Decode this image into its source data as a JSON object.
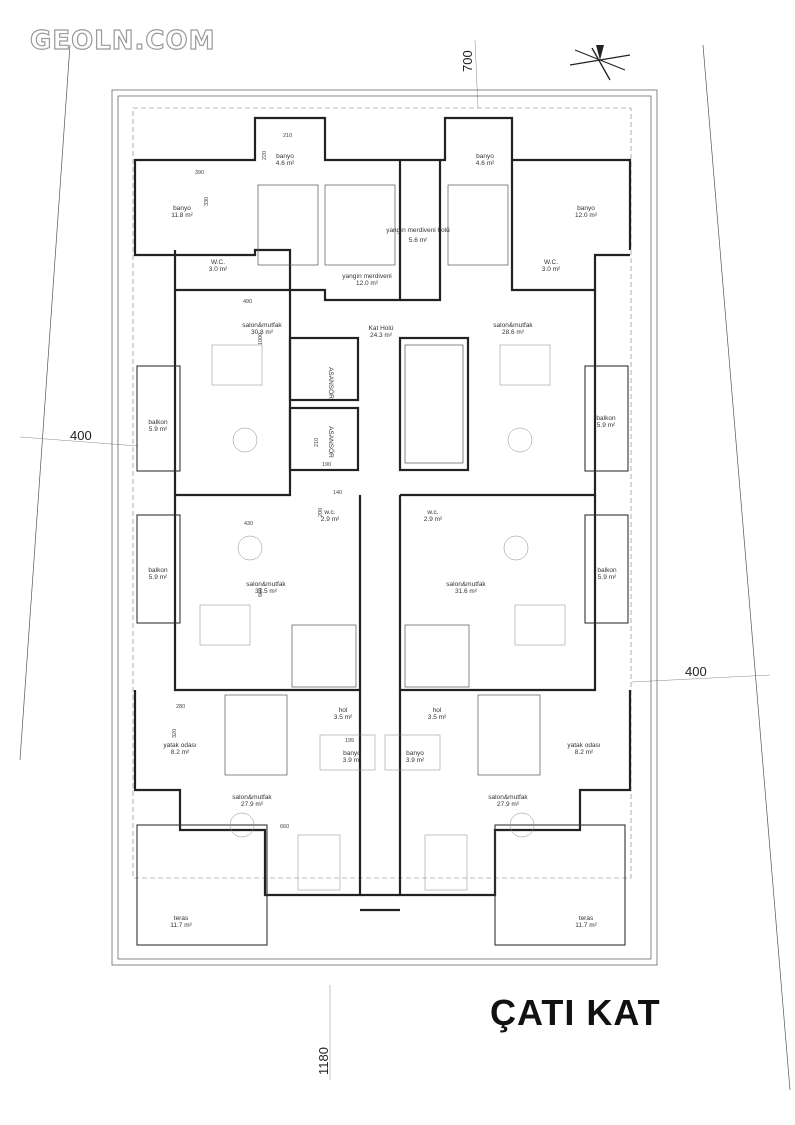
{
  "watermark": "GEOLN.COM",
  "title": "ÇATI KAT",
  "dimensions": {
    "left_setback": "400",
    "right_setback": "400",
    "top_setback": "700",
    "bottom_length": "1180"
  },
  "rooms": {
    "banyo_tl": {
      "name": "banyo",
      "area": "4.6 m²"
    },
    "banyo_tr": {
      "name": "banyo",
      "area": "4.6 m²"
    },
    "banyo_big_l": {
      "name": "banyo",
      "area": "11.8 m²"
    },
    "banyo_big_r": {
      "name": "banyo",
      "area": "12.0 m²"
    },
    "wc_tl": {
      "name": "W.C.",
      "area": "3.0 m²"
    },
    "wc_tr": {
      "name": "W.C.",
      "area": "3.0 m²"
    },
    "yangin_holu": {
      "name": "yangın merdiveni holü",
      "area": "5.6 m²"
    },
    "yangin_merd": {
      "name": "yangın merdiveni",
      "area": "12.0 m²"
    },
    "kat_holu": {
      "name": "Kat Holü",
      "area": "24.3 m²"
    },
    "salon_ul": {
      "name": "salon&mutfak",
      "area": "30.8 m²"
    },
    "salon_ur": {
      "name": "salon&mutfak",
      "area": "28.6 m²"
    },
    "balkon_ul": {
      "name": "balkon",
      "area": "5.9 m²"
    },
    "balkon_ur": {
      "name": "balkon",
      "area": "5.9 m²"
    },
    "balkon_ml": {
      "name": "balkon",
      "area": "5.9 m²"
    },
    "balkon_mr": {
      "name": "balkon",
      "area": "5.9 m²"
    },
    "wc_ml": {
      "name": "w.c.",
      "area": "2.9 m²"
    },
    "wc_mr": {
      "name": "w.c.",
      "area": "2.9 m²"
    },
    "salon_ml": {
      "name": "salon&mutfak",
      "area": "31.5 m²"
    },
    "salon_mr": {
      "name": "salon&mutfak",
      "area": "31.6 m²"
    },
    "hol_l": {
      "name": "hol",
      "area": "3.5 m²"
    },
    "hol_r": {
      "name": "hol",
      "area": "3.5 m²"
    },
    "banyo_bl": {
      "name": "banyo",
      "area": "3.9 m²"
    },
    "banyo_br": {
      "name": "banyo",
      "area": "3.9 m²"
    },
    "yatak_l": {
      "name": "yatak odası",
      "area": "8.2 m²"
    },
    "yatak_r": {
      "name": "yatak odası",
      "area": "8.2 m²"
    },
    "salon_ll": {
      "name": "salon&mutfak",
      "area": "27.9 m²"
    },
    "salon_lr": {
      "name": "salon&mutfak",
      "area": "27.9 m²"
    },
    "teras_l": {
      "name": "teras",
      "area": "11.7 m²"
    },
    "teras_r": {
      "name": "teras",
      "area": "11.7 m²"
    }
  },
  "asansor_label": "ASANSÖR",
  "inner_dims": [
    "210",
    "220",
    "390",
    "330",
    "490",
    "1000",
    "140",
    "200",
    "430",
    "660",
    "280",
    "320",
    "195",
    "210",
    "190",
    "660"
  ]
}
